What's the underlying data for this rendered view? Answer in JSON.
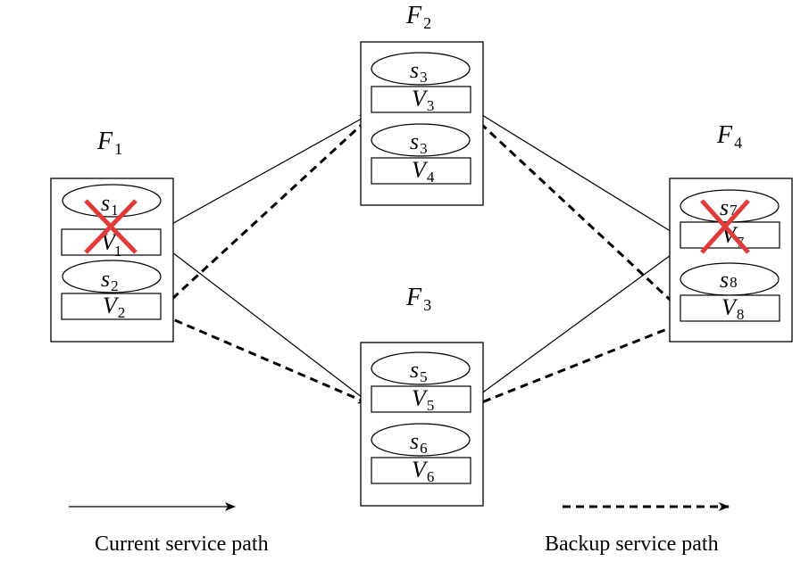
{
  "nodes": [
    {
      "id": "F1",
      "label": "F",
      "sub": "1",
      "slots": [
        {
          "service": "s",
          "service_sub": "1",
          "vnf": "V",
          "vnf_sub": "1",
          "failed": true
        },
        {
          "service": "s",
          "service_sub": "2",
          "vnf": "V",
          "vnf_sub": "2",
          "failed": false
        }
      ]
    },
    {
      "id": "F2",
      "label": "F",
      "sub": "2",
      "slots": [
        {
          "service": "s",
          "service_sub": "3",
          "vnf": "V",
          "vnf_sub": "3",
          "failed": false
        },
        {
          "service": "s",
          "service_sub": "3",
          "vnf": "V",
          "vnf_sub": "4",
          "failed": false
        }
      ]
    },
    {
      "id": "F3",
      "label": "F",
      "sub": "3",
      "slots": [
        {
          "service": "s",
          "service_sub": "5",
          "vnf": "V",
          "vnf_sub": "5",
          "failed": false
        },
        {
          "service": "s",
          "service_sub": "6",
          "vnf": "V",
          "vnf_sub": "6",
          "failed": false
        }
      ]
    },
    {
      "id": "F4",
      "label": "F",
      "sub": "4",
      "slots": [
        {
          "service": "s",
          "service_sub": "7",
          "vnf": "V",
          "vnf_sub": "7",
          "failed": true
        },
        {
          "service": "s",
          "service_sub": "8",
          "vnf": "V",
          "vnf_sub": "8",
          "failed": false
        }
      ]
    }
  ],
  "edges": [
    {
      "from": "V1",
      "to": "V3",
      "type": "current"
    },
    {
      "from": "V1",
      "to": "V5",
      "type": "current"
    },
    {
      "from": "V3",
      "to": "V7",
      "type": "current"
    },
    {
      "from": "V5",
      "to": "V7",
      "type": "current"
    },
    {
      "from": "V2",
      "to": "V3",
      "type": "backup"
    },
    {
      "from": "V2",
      "to": "V5",
      "type": "backup"
    },
    {
      "from": "V3",
      "to": "V8",
      "type": "backup"
    },
    {
      "from": "V5",
      "to": "V8",
      "type": "backup"
    }
  ],
  "legend": {
    "current": "Current service path",
    "backup": "Backup service path"
  },
  "colors": {
    "failure_cross": "#e03a3a",
    "line": "#000000"
  }
}
